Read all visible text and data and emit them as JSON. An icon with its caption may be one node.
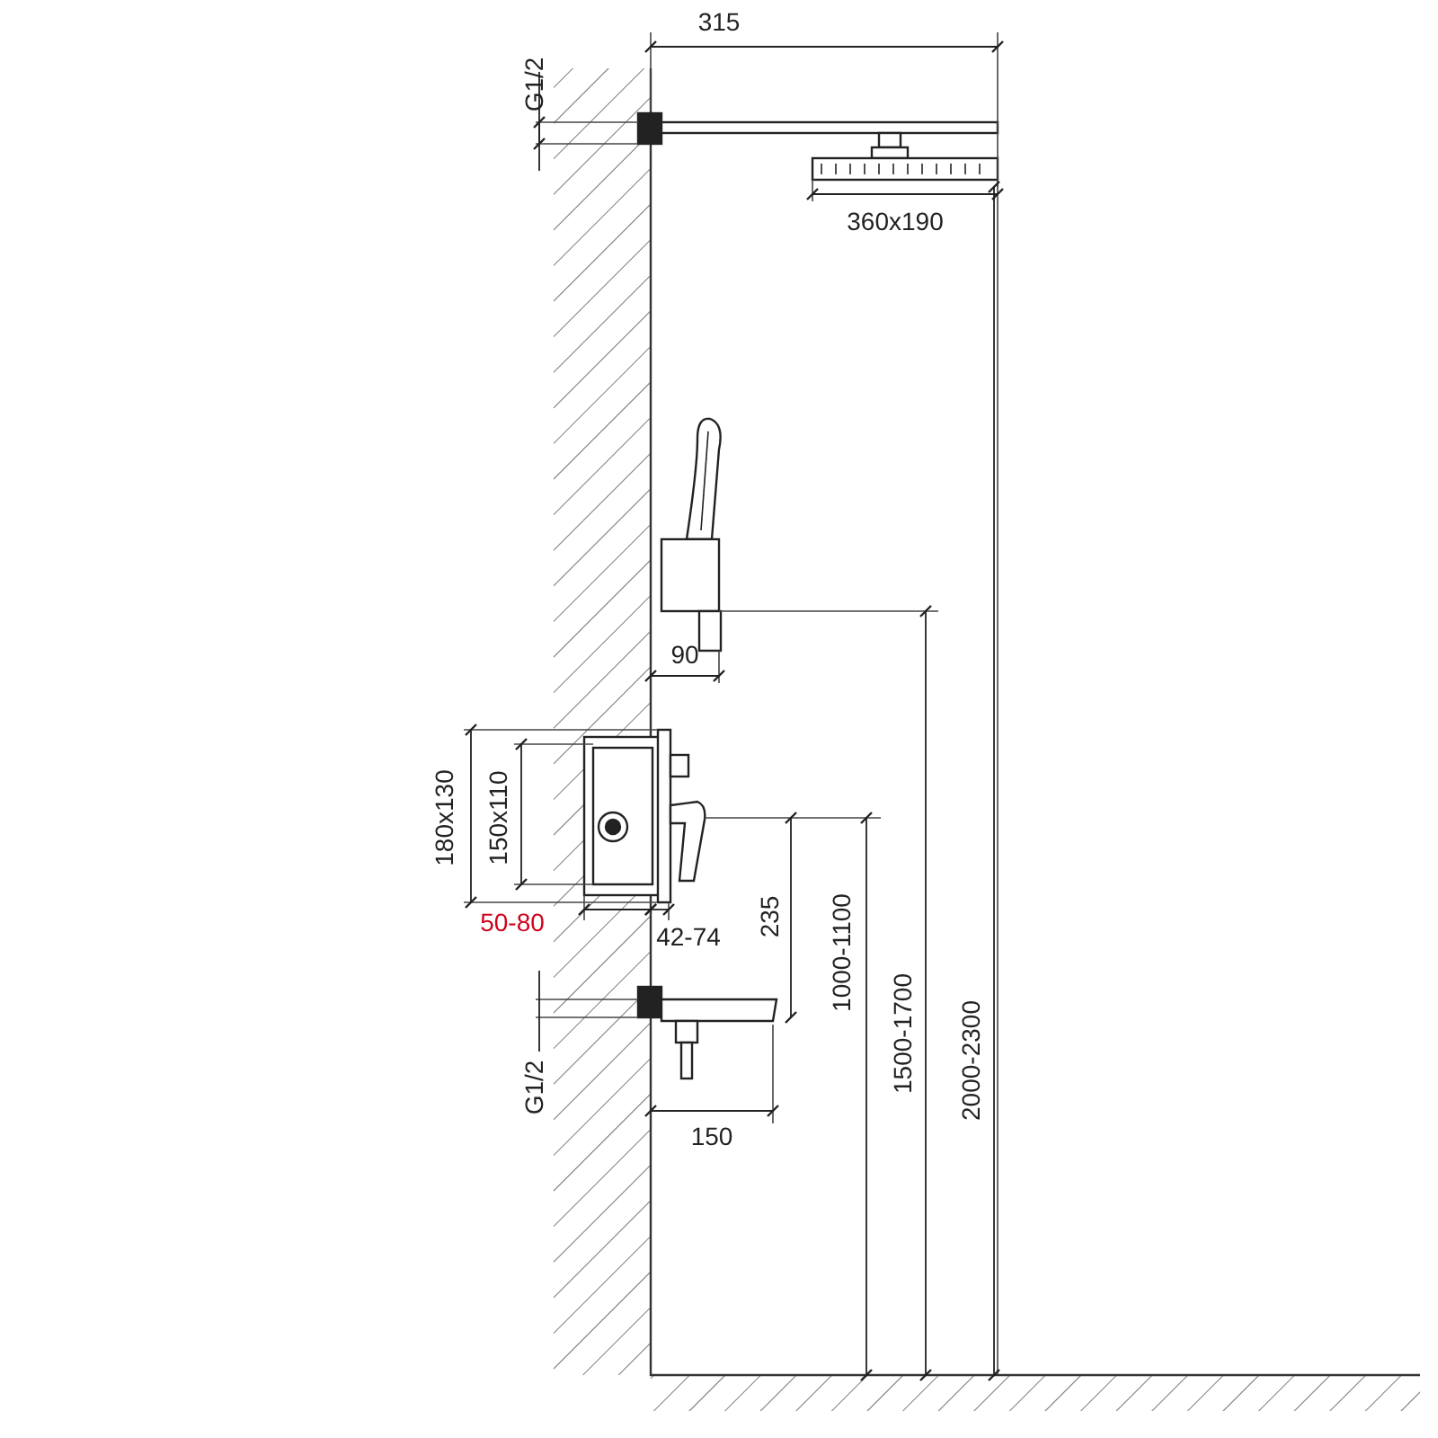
{
  "diagram": {
    "labels": [
      "315",
      "G1/2",
      "360x190",
      "90",
      "180x130",
      "150x110",
      "50-80",
      "42-74",
      "235",
      "1000-1100",
      "1500-1700",
      "2000-2300",
      "G1/2",
      "150"
    ]
  }
}
